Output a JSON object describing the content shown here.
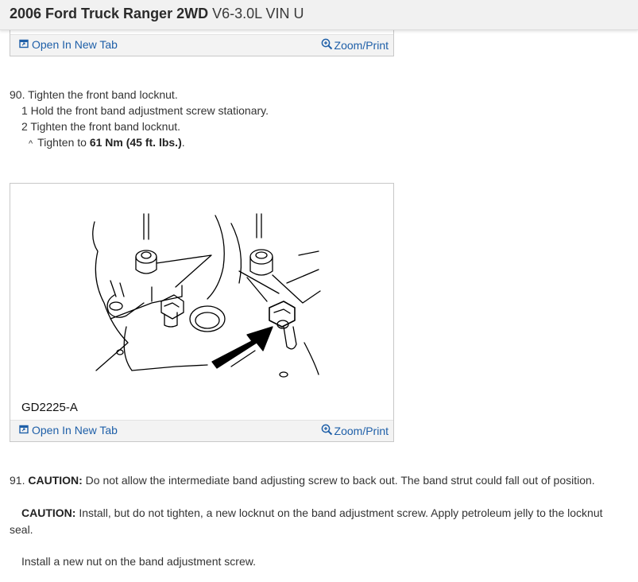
{
  "header": {
    "title": "2006 Ford Truck Ranger 2WD",
    "subtitle": "V6-3.0L VIN U"
  },
  "toolbar": {
    "open_tab_label": "Open In New Tab",
    "zoom_label": "Zoom/Print"
  },
  "step90": {
    "title": "90. Tighten the front band locknut.",
    "sub1": "1  Hold the front band adjustment screw stationary.",
    "sub2": "2  Tighten the front band locknut.",
    "bullet_mark": "^",
    "tighten_prefix": "Tighten to ",
    "torque": "61 Nm (45 ft. lbs.)",
    "tighten_suffix": "."
  },
  "figure": {
    "label": "GD2225-A"
  },
  "step91": {
    "number": "91. ",
    "caution_label": "CAUTION:",
    "caution1": " Do not allow the intermediate band adjusting screw to back out. The band strut could fall out of position.",
    "caution2_a": " Install, but do not tighten, a new locknut on the band adjustment screw. Apply petroleum jelly to the locknut",
    "caution2_b": "seal.",
    "install": "Install a new nut on the band adjustment screw."
  },
  "colors": {
    "link": "#1e5fa8",
    "header_bg": "#f1f1f1",
    "text": "#333333"
  },
  "icons": {
    "open_tab": "external-window-icon",
    "zoom": "magnifier-plus-icon"
  }
}
